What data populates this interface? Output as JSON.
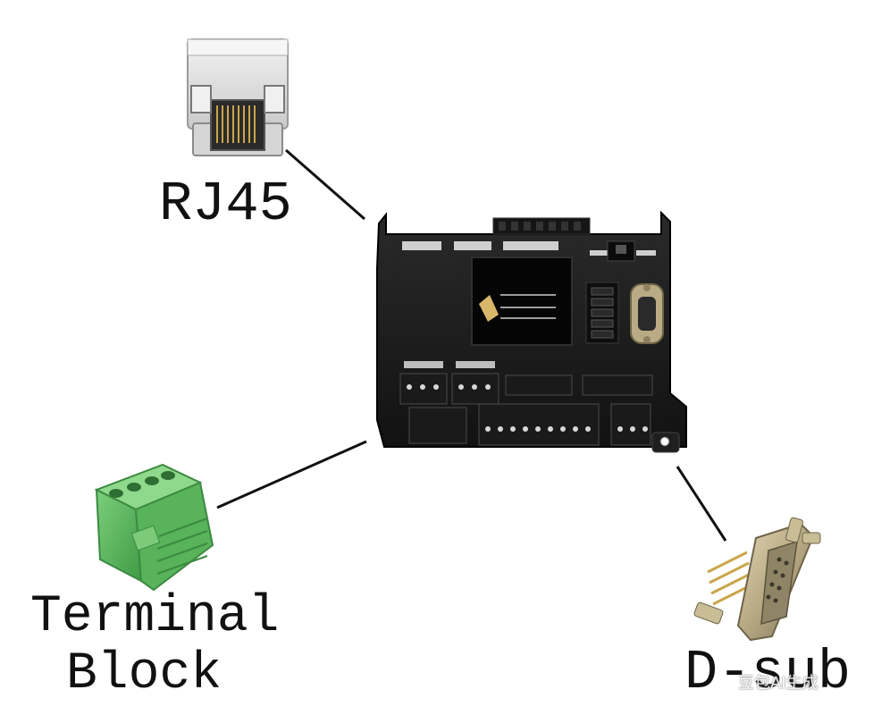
{
  "labels": {
    "rj45": "RJ45",
    "terminal_block_line1": "Terminal",
    "terminal_block_line2": "Block",
    "dsub": "D-sub"
  },
  "watermark": "豆包AI生成",
  "colors": {
    "background": "#ffffff",
    "connector_line": "#111111",
    "controller_body": "#1c1c1c",
    "terminal_green": "#5cb85c",
    "dsub_metal": "#b8ab86",
    "rj45_shell": "#e6e6e6"
  }
}
